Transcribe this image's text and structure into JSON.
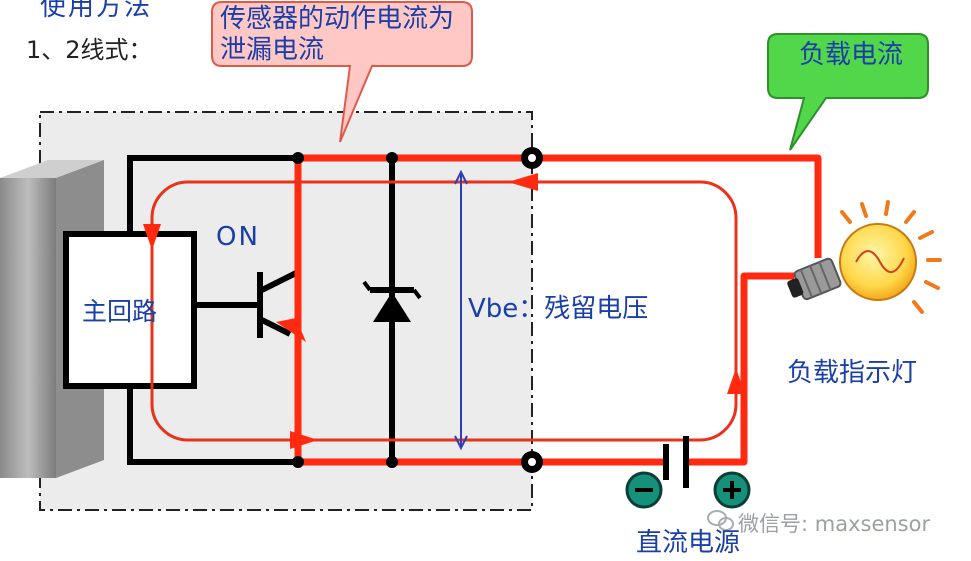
{
  "header": {
    "title_partial": "使用方法",
    "wiring": "1、2线式："
  },
  "callouts": {
    "sensor_action_current": "传感器的动作电流为泄漏电流",
    "load_current": "负载电流"
  },
  "circuit": {
    "main_circuit": "主回路",
    "on_state": "ON",
    "residual_voltage": "Vbe：残留电压",
    "load_indicator_lamp": "负载指示灯",
    "dc_power": "直流电源",
    "negative_terminal": "−",
    "positive_terminal": "+"
  },
  "watermark": {
    "text": "微信号: maxsensor"
  },
  "colors": {
    "current_path": "#ff2a10",
    "thin_loop": "#e8321a",
    "wire": "#000000",
    "label_text": "#1a3fa8",
    "callout_pink": "#ffc8c4",
    "callout_green": "#52d64a",
    "terminal_fill": "#15907a",
    "sensor_box": "#ececec",
    "sensor_body": "#9b9b9b"
  }
}
